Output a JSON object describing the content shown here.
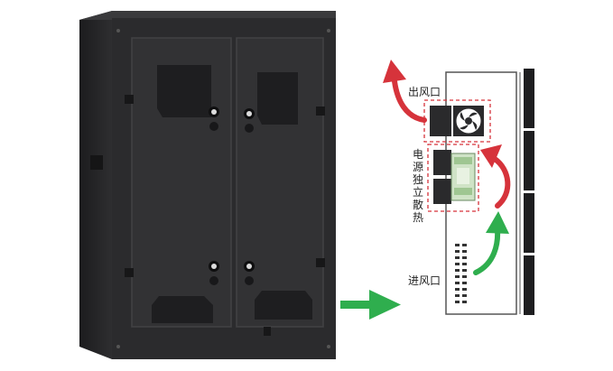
{
  "labels": {
    "outlet": "出风口",
    "power_cooling": "电源独立散热",
    "inlet": "进风口"
  },
  "colors": {
    "cabinet": "#2b2b2d",
    "panel": "#343436",
    "airflow_out": "#d6333b",
    "airflow_in": "#2fae4e",
    "highlight_box": "#d6333b"
  },
  "icons": [
    "fan-icon",
    "power-module-icon",
    "vent-grille-icon",
    "lock-icon"
  ]
}
